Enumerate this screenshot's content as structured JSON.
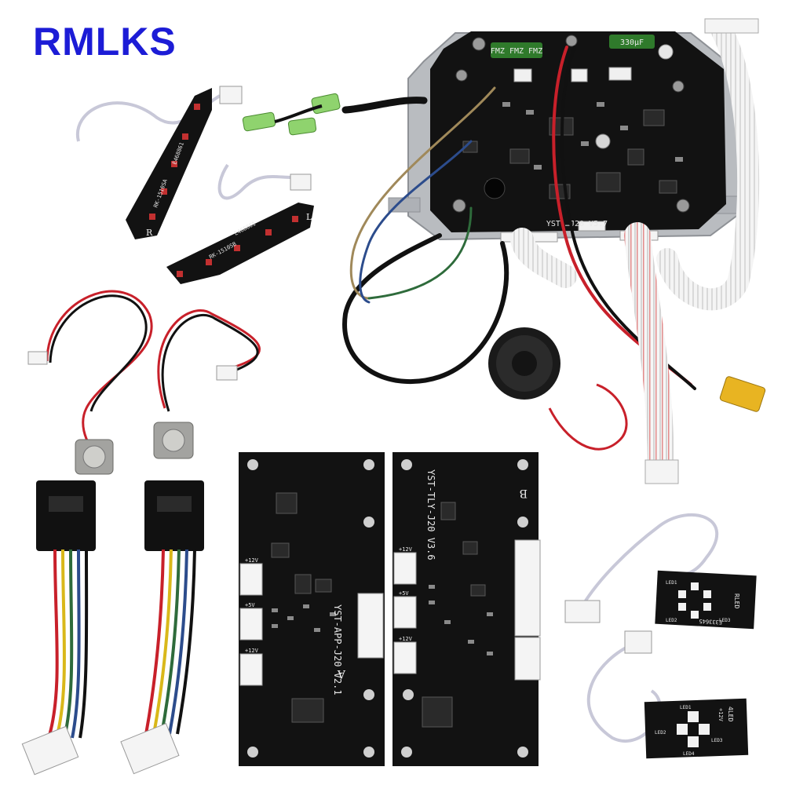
{
  "brand": {
    "label": "RMLKS",
    "color": "#1c1cd6"
  },
  "main_board": {
    "model_label": "YST-…J20 V5.7",
    "capacitor_labels": [
      "FMZ FMZ FMZ",
      "330µF"
    ]
  },
  "led_boards": {
    "left": {
      "side_mark": "R",
      "part_no": "RK-1510SA",
      "code": "E468861"
    },
    "right": {
      "side_mark": "L",
      "part_no": "RK-1510SB",
      "code": "E468861"
    }
  },
  "sensor_boards": {
    "a": {
      "model_label": "YST-APP-J20 V2.1",
      "letter": "A",
      "pin_labels": [
        "+12V",
        "+5V",
        "+12V"
      ]
    },
    "b": {
      "model_label": "YST-TLY-J20 V3.6",
      "letter": "B",
      "pin_labels": [
        "+12V",
        "+5V",
        "+12V"
      ]
    }
  },
  "small_led_boards": {
    "top": {
      "label": "RLED",
      "code": "E333645",
      "led_labels": [
        "LED1",
        "LED2",
        "LED3"
      ]
    },
    "bottom": {
      "label": "4LED",
      "voltage": "+12V",
      "led_labels": [
        "LED1",
        "LED2",
        "LED3",
        "LED4"
      ]
    }
  },
  "colors": {
    "pcb": "#121212",
    "heatsink": "#b9bcc0",
    "wire_red": "#c8202a",
    "ribbon": "#f2f2f2"
  }
}
